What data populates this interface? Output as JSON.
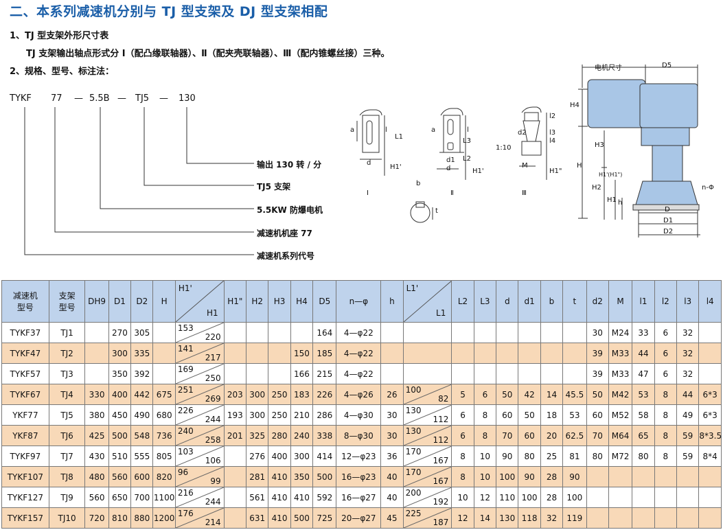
{
  "title": "二、本系列减速机分别与 TJ 型支架及 DJ 型支架相配",
  "sec1": "1、TJ 型支架外形尺寸表",
  "sec1_desc": "TJ 支架输出轴点形式分 Ⅰ（配凸缘联轴器）、Ⅱ（配夹壳联轴器）、Ⅲ（配内锥螺丝接）三种。",
  "sec2": "2、规格、型号、标注法：",
  "code": {
    "p1": "TYKF",
    "p2": "77",
    "d1": "—",
    "p3": "5.5B",
    "d2": "—",
    "p4": "TJ5",
    "d3": "—",
    "p5": "130"
  },
  "legend": [
    "输出 130 转 / 分",
    "TJ5 支架",
    "5.5KW 防爆电机",
    "减速机机座 77",
    "减速机系列代号"
  ],
  "drawing": {
    "types": [
      "Ⅰ",
      "Ⅱ",
      "Ⅲ"
    ],
    "labels": {
      "a": "a",
      "l": "l",
      "L1": "L1",
      "d": "d",
      "H1p": "H1'",
      "L3": "L3",
      "L2": "L2",
      "d1": "d1",
      "l2": "l2",
      "d2": "d2",
      "l3": "l3",
      "l4": "l4",
      "taper": "1:10",
      "M": "M",
      "H1pp": "H1\"",
      "b": "b",
      "t": "t",
      "motor_size": "电机尺寸",
      "D5": "D5",
      "H4": "H4",
      "H3": "H3",
      "H": "H",
      "H2": "H2",
      "H1_combo": "H1'(H1\")",
      "H1": "H1",
      "h": "h",
      "nphi": "n-Φ",
      "D": "D",
      "D1": "D1",
      "D2": "D2"
    }
  },
  "table": {
    "headers": [
      "减速机型号",
      "支架型号",
      "DH9",
      "D1",
      "D2",
      "H",
      "H1'/H1",
      "H1\"",
      "H2",
      "H3",
      "H4",
      "D5",
      "n—φ",
      "h",
      "L1'/L1",
      "L2",
      "L3",
      "d",
      "d1",
      "b",
      "t",
      "d2",
      "M",
      "l1",
      "l2",
      "l3",
      "l4"
    ],
    "h_reducer": [
      "减速机",
      "型号"
    ],
    "h_bracket": [
      "支架",
      "型号"
    ],
    "h_h1_top": "H1'",
    "h_h1_bot": "H1",
    "h_l1_top": "L1'",
    "h_l1_bot": "L1",
    "rows": [
      [
        "TYKF37",
        "TJ1",
        "",
        "270",
        "305",
        "",
        "153",
        "220",
        "",
        "",
        "",
        "",
        "164",
        "4—φ22",
        "",
        "",
        "",
        "",
        "",
        "",
        "",
        "",
        "",
        "30",
        "M24",
        "33",
        "6",
        "32",
        ""
      ],
      [
        "TYKF47",
        "TJ2",
        "",
        "300",
        "335",
        "",
        "141",
        "217",
        "",
        "",
        "",
        "150",
        "185",
        "4—φ22",
        "",
        "",
        "",
        "",
        "",
        "",
        "",
        "",
        "",
        "39",
        "M33",
        "44",
        "6",
        "32",
        ""
      ],
      [
        "TYKF57",
        "TJ3",
        "",
        "350",
        "392",
        "",
        "169",
        "250",
        "",
        "",
        "",
        "166",
        "215",
        "4—φ22",
        "",
        "",
        "",
        "",
        "",
        "",
        "",
        "",
        "",
        "39",
        "M33",
        "47",
        "6",
        "32",
        ""
      ],
      [
        "TYKF67",
        "TJ4",
        "330",
        "400",
        "442",
        "675",
        "251",
        "269",
        "203",
        "300",
        "250",
        "183",
        "226",
        "4—φ26",
        "26",
        "100",
        "82",
        "5",
        "6",
        "50",
        "42",
        "14",
        "45.5",
        "50",
        "M42",
        "53",
        "8",
        "44",
        "6*3"
      ],
      [
        "YKF77",
        "TJ5",
        "380",
        "450",
        "490",
        "680",
        "226",
        "244",
        "193",
        "300",
        "250",
        "210",
        "286",
        "4—φ30",
        "30",
        "130",
        "112",
        "6",
        "8",
        "60",
        "50",
        "18",
        "53",
        "60",
        "M52",
        "58",
        "8",
        "49",
        "6*3"
      ],
      [
        "YKF87",
        "TJ6",
        "425",
        "500",
        "548",
        "736",
        "240",
        "258",
        "201",
        "325",
        "280",
        "240",
        "338",
        "8—φ30",
        "30",
        "130",
        "112",
        "6",
        "8",
        "70",
        "60",
        "20",
        "62.5",
        "70",
        "M64",
        "65",
        "8",
        "59",
        "8*3.5"
      ],
      [
        "TYKF97",
        "TJ7",
        "430",
        "510",
        "555",
        "805",
        "103",
        "106",
        "",
        "276",
        "400",
        "300",
        "414",
        "12—φ23",
        "36",
        "170",
        "167",
        "8",
        "10",
        "90",
        "80",
        "25",
        "81",
        "80",
        "M72",
        "80",
        "8",
        "59",
        "8*4"
      ],
      [
        "TYKF107",
        "TJ8",
        "480",
        "560",
        "600",
        "820",
        "96",
        "99",
        "",
        "281",
        "410",
        "350",
        "500",
        "16—φ23",
        "40",
        "170",
        "167",
        "8",
        "10",
        "100",
        "90",
        "28",
        "90",
        "",
        "",
        "",
        "",
        "",
        ""
      ],
      [
        "TYKF127",
        "TJ9",
        "560",
        "650",
        "700",
        "1100",
        "216",
        "244",
        "",
        "561",
        "410",
        "410",
        "592",
        "16—φ27",
        "40",
        "200",
        "192",
        "10",
        "12",
        "110",
        "100",
        "28",
        "100",
        "",
        "",
        "",
        "",
        "",
        ""
      ],
      [
        "TYKF157",
        "TJ10",
        "720",
        "810",
        "880",
        "1200",
        "176",
        "214",
        "",
        "631",
        "410",
        "500",
        "725",
        "20—φ27",
        "45",
        "225",
        "187",
        "12",
        "14",
        "130",
        "118",
        "32",
        "119",
        "",
        "",
        "",
        "",
        "",
        ""
      ]
    ]
  }
}
